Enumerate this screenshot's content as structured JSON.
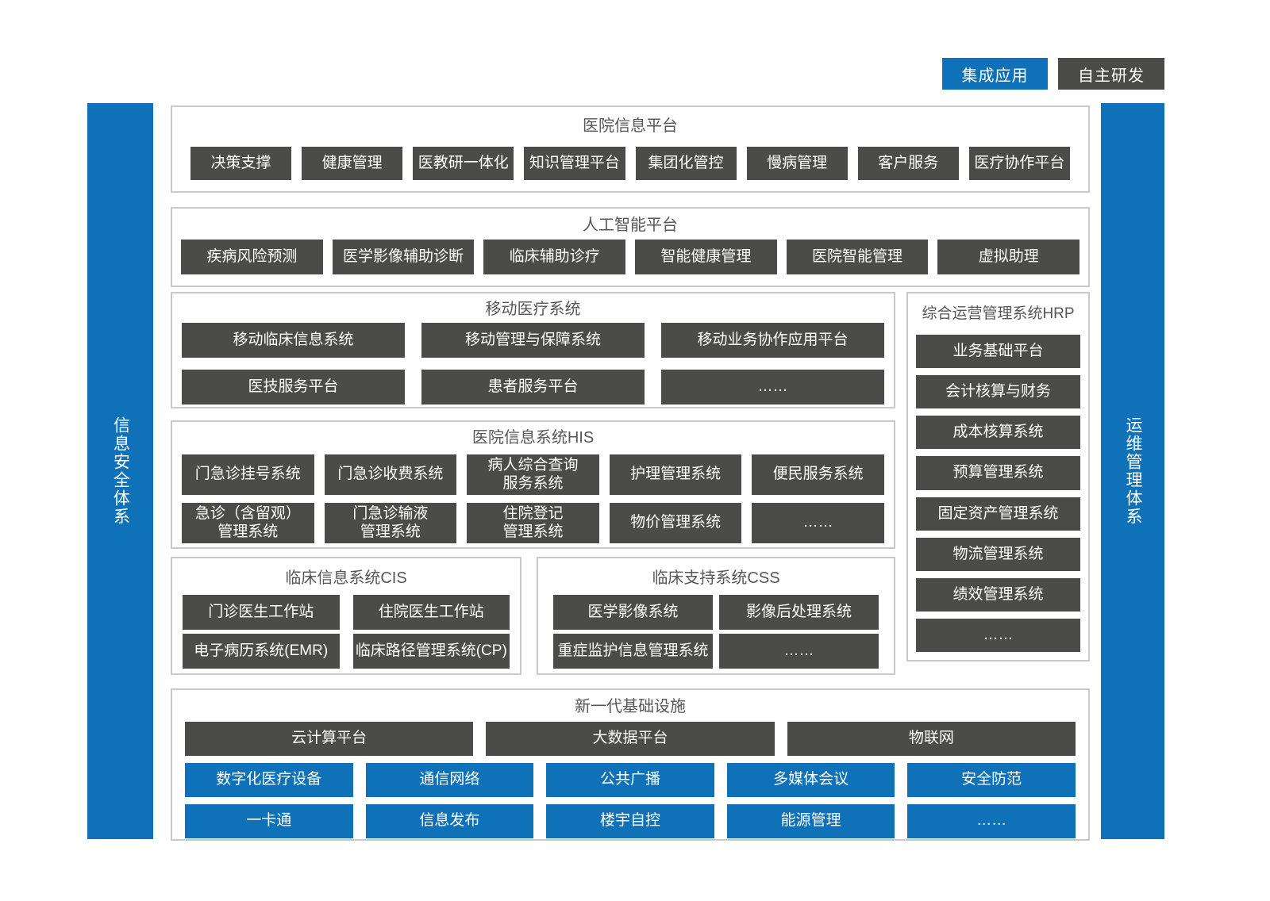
{
  "legend": {
    "integrated_label": "集成应用",
    "self_developed_label": "自主研发"
  },
  "side_bars": {
    "left_label": "信息安全体系",
    "right_label": "运维管理体系"
  },
  "colors": {
    "integrated_blue": "#0f72b9",
    "self_developed_dark": "#4b4b49",
    "section_border": "#c9c9c9",
    "title_text": "#575757"
  },
  "sections": {
    "hospital_info_platform": {
      "title": "医院信息平台",
      "items": [
        "决策支撑",
        "健康管理",
        "医教研一体化",
        "知识管理平台",
        "集团化管控",
        "慢病管理",
        "客户服务",
        "医疗协作平台"
      ]
    },
    "ai_platform": {
      "title": "人工智能平台",
      "items": [
        "疾病风险预测",
        "医学影像辅助诊断",
        "临床辅助诊疗",
        "智能健康管理",
        "医院智能管理",
        "虚拟助理"
      ]
    },
    "mobile_medical": {
      "title": "移动医疗系统",
      "rows": [
        [
          "移动临床信息系统",
          "移动管理与保障系统",
          "移动业务协作应用平台"
        ],
        [
          "医技服务平台",
          "患者服务平台",
          "……"
        ]
      ]
    },
    "hrp": {
      "title": "综合运营管理系统HRP",
      "items": [
        "业务基础平台",
        "会计核算与财务",
        "成本核算系统",
        "预算管理系统",
        "固定资产管理系统",
        "物流管理系统",
        "绩效管理系统",
        "……"
      ]
    },
    "his": {
      "title": "医院信息系统HIS",
      "rows": [
        [
          "门急诊挂号系统",
          "门急诊收费系统",
          "病人综合查询\n服务系统",
          "护理管理系统",
          "便民服务系统"
        ],
        [
          "急诊（含留观）\n管理系统",
          "门急诊输液\n管理系统",
          "住院登记\n管理系统",
          "物价管理系统",
          "……"
        ]
      ]
    },
    "cis": {
      "title": "临床信息系统CIS",
      "rows": [
        [
          "门诊医生工作站",
          "住院医生工作站"
        ],
        [
          "电子病历系统(EMR)",
          "临床路径管理系统(CP)"
        ]
      ]
    },
    "css": {
      "title": "临床支持系统CSS",
      "rows": [
        [
          "医学影像系统",
          "影像后处理系统"
        ],
        [
          "重症监护信息管理系统",
          "……"
        ]
      ]
    },
    "infrastructure": {
      "title": "新一代基础设施",
      "dark_row": [
        "云计算平台",
        "大数据平台",
        "物联网"
      ],
      "blue_rows": [
        [
          "数字化医疗设备",
          "通信网络",
          "公共广播",
          "多媒体会议",
          "安全防范"
        ],
        [
          "一卡通",
          "信息发布",
          "楼宇自控",
          "能源管理",
          "……"
        ]
      ]
    }
  }
}
